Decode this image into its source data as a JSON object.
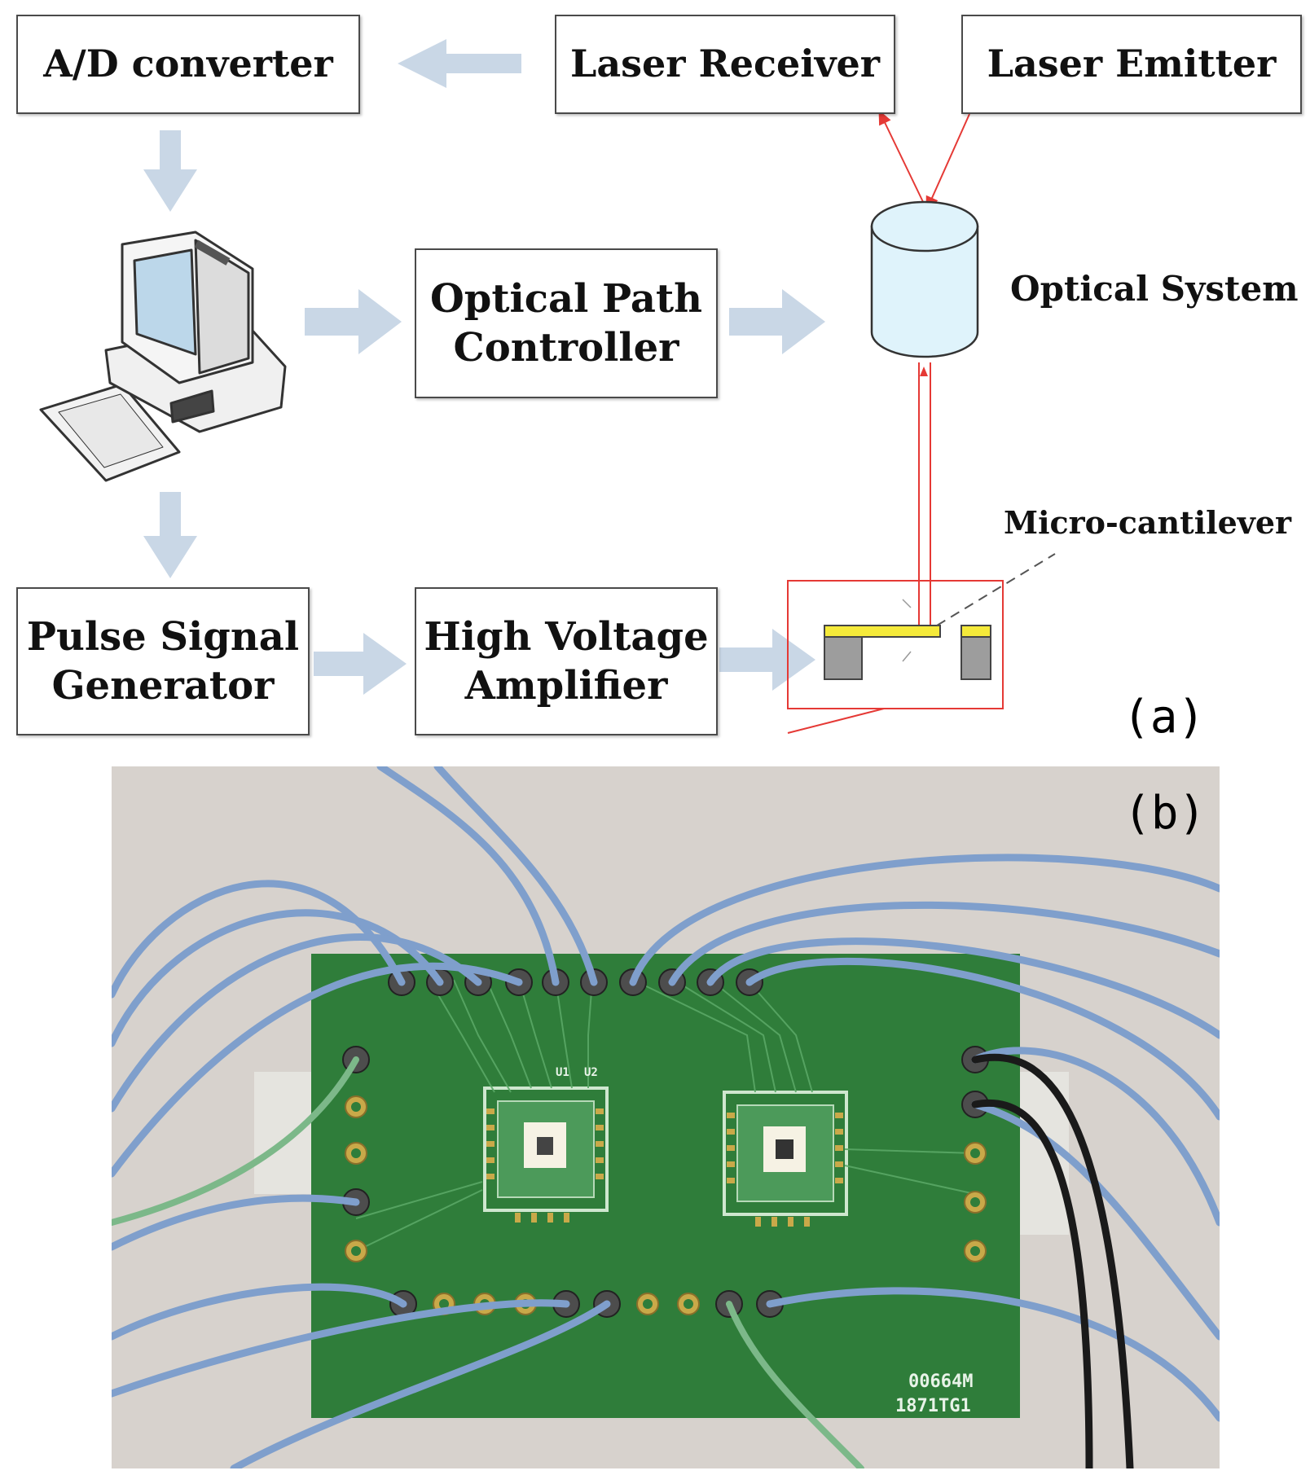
{
  "panel_a": {
    "tag": "(a)",
    "boxes": {
      "ad_converter": "A/D converter",
      "laser_receiver": "Laser Receiver",
      "laser_emitter": "Laser Emitter",
      "optical_path_controller": "Optical Path\nController",
      "pulse_signal_generator": "Pulse Signal\nGenerator",
      "high_voltage_amplifier": "High Voltage\nAmplifier"
    },
    "labels": {
      "optical_system": "Optical System",
      "micro_cantilever": "Micro-cantilever"
    },
    "colors": {
      "arrow": "#c9d7e6",
      "laser": "#e53935",
      "cantilever_gold": "#f5ea3a",
      "cylinder": "#dff3fb"
    }
  },
  "panel_b": {
    "tag": "(b)",
    "board_text_line1": "00664M",
    "board_text_line2": "1871TG1",
    "chip_labels": [
      "U1",
      "U2"
    ],
    "colors": {
      "background": "#d7d2cd",
      "pcb": "#2f7d3a",
      "wire_blue": "#7f9fcc",
      "wire_black": "#1a1a1a",
      "wire_green": "#7cb889",
      "pad_gold": "#c9a949"
    }
  }
}
